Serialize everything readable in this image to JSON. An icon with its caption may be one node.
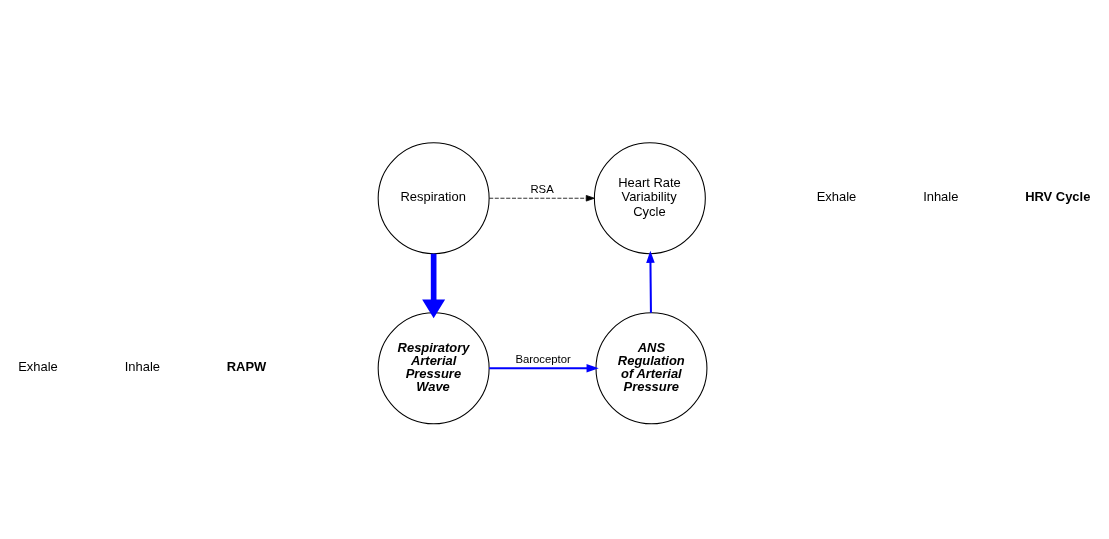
{
  "diagram": {
    "nodes": [
      {
        "text": [
          "Respiration"
        ]
      },
      {
        "text": [
          "Heart Rate Variability Cycle"
        ]
      },
      {
        "text": [
          "Respiratory Arterial Pressure Wave"
        ]
      },
      {
        "text": [
          "ANS Regulation of Arterial Pressure"
        ]
      }
    ],
    "edges": [
      {
        "from": 0,
        "to": 1,
        "arrow": "to",
        "label": "RSA",
        "style": "dashed",
        "color": "#000000"
      },
      {
        "from": 0,
        "to": 2,
        "arrow": "to",
        "style": "thick"
      },
      {
        "from": 2,
        "to": 3,
        "arrow": "to",
        "label": "Baroceptor"
      },
      {
        "from": 3,
        "to": 1,
        "arrow": "to"
      }
    ],
    "labels": [
      "HRV Cycle",
      "Inhale",
      "Exhale",
      "Exhale",
      "Inhale",
      "RAPW"
    ]
  }
}
